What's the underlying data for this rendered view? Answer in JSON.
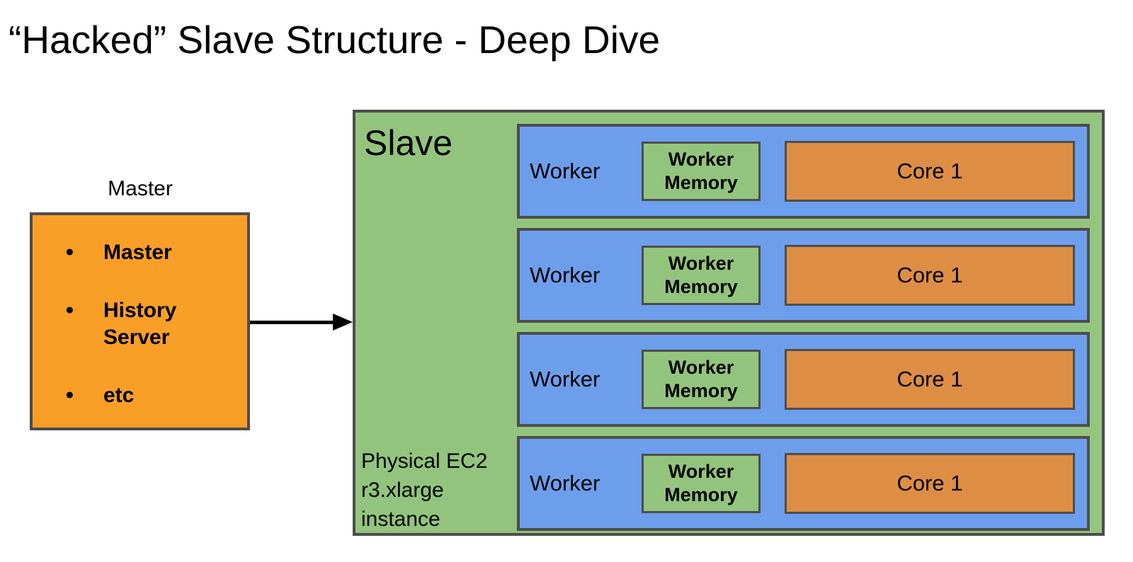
{
  "title": "“Hacked” Slave Structure - Deep Dive",
  "master": {
    "label": "Master",
    "items": [
      "Master",
      "History Server",
      "etc"
    ]
  },
  "slave": {
    "label": "Slave",
    "instance_note": "Physical EC2 r3.xlarge instance",
    "workers": [
      {
        "label": "Worker",
        "memory_label": "Worker Memory",
        "core_label": "Core 1"
      },
      {
        "label": "Worker",
        "memory_label": "Worker Memory",
        "core_label": "Core 1"
      },
      {
        "label": "Worker",
        "memory_label": "Worker Memory",
        "core_label": "Core 1"
      },
      {
        "label": "Worker",
        "memory_label": "Worker Memory",
        "core_label": "Core 1"
      }
    ]
  },
  "icons": {
    "bullet": "●",
    "arrow": "right-arrow"
  },
  "colors": {
    "master_fill": "#F99E27",
    "core_fill": "#DD8E44",
    "slave_fill": "#93C47D",
    "worker_fill": "#6D9EEB",
    "border": "#4D4D4D",
    "arrow": "#000000",
    "text": "#000000",
    "background": "#FFFFFF"
  }
}
